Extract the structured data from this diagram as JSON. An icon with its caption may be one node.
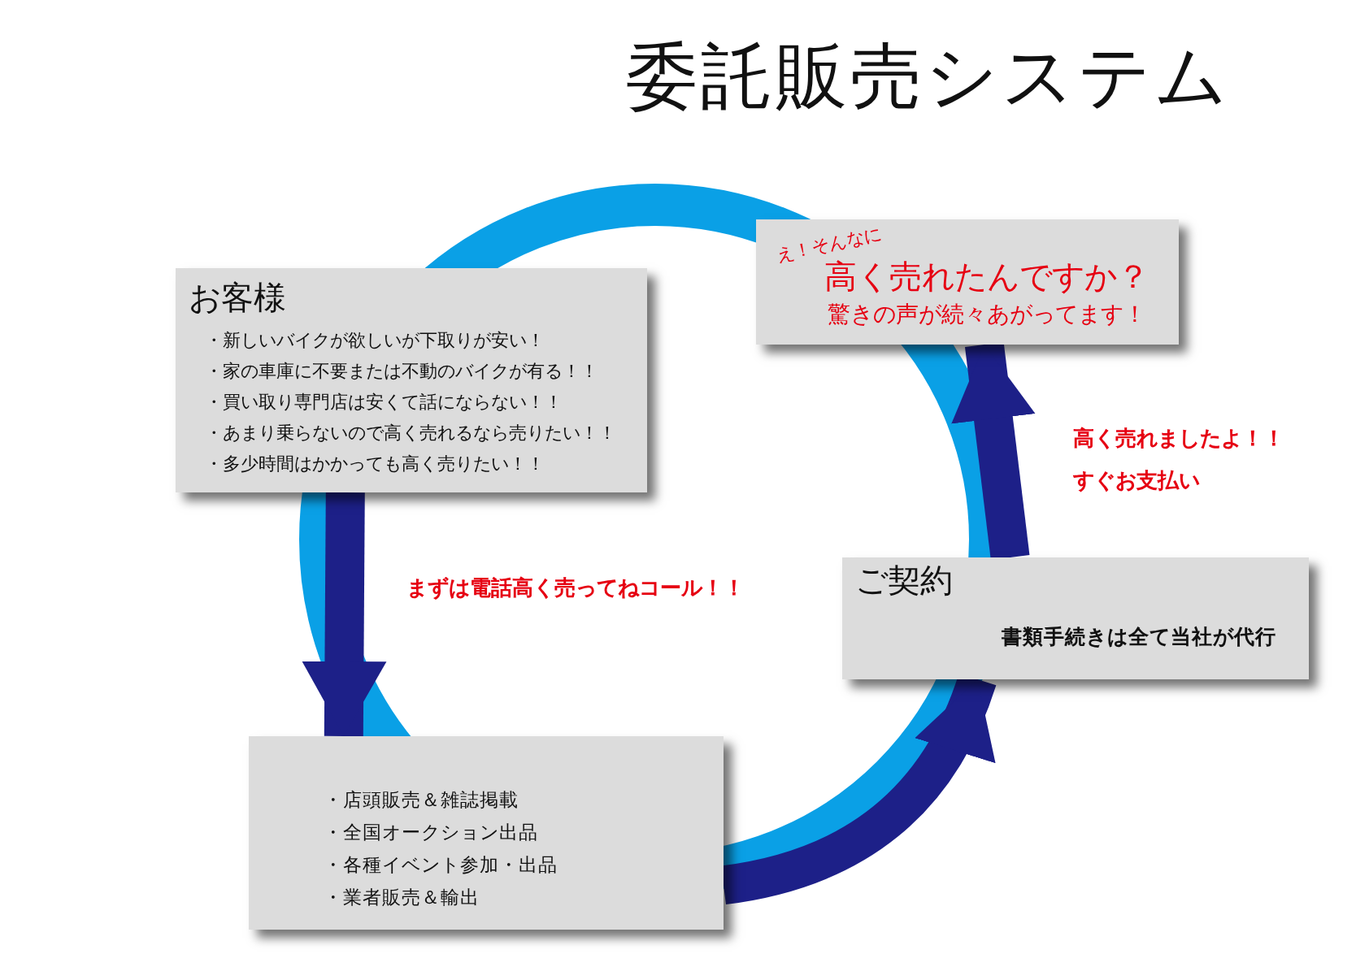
{
  "diagram": {
    "title": "委託販売システム",
    "nodes": [
      {
        "text": [
          "お客様",
          "・新しいバイクが欲しいが下取りが安い！",
          "・家の車庫に不要または不動のバイクが有る！！",
          "・買い取り専門店は安くて話にならない！！",
          "・あまり乗らないので高く売れるなら売りたい！！",
          "・多少時間はかかっても高く売りたい！！"
        ]
      },
      {
        "text": [
          "・店頭販売＆雑誌掲載",
          "・全国オークション出品",
          "・各種イベント参加・出品",
          "・業者販売＆輸出"
        ]
      },
      {
        "text": [
          "ご契約",
          "書類手続きは全て当社が代行"
        ]
      },
      {
        "text": [
          "え！そんなに",
          "高く売れたんですか？",
          "驚きの声が続々あがってます！"
        ]
      }
    ],
    "edges": [
      {
        "from": 0,
        "to": 1,
        "arrow": "to",
        "label": "まずは電話高く売ってねコール！！"
      },
      {
        "from": 1,
        "to": 2,
        "arrow": "to"
      },
      {
        "from": 2,
        "to": 3,
        "arrow": "to",
        "label": "高く売れましたよ！！すぐお支払い"
      }
    ]
  }
}
